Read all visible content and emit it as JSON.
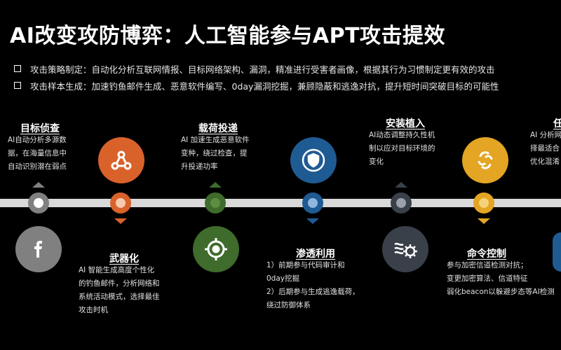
{
  "title": "AI改变攻防博弈：人工智能参与APT攻击提效",
  "bullets": [
    "攻击策略制定：自动化分析互联网情报、目标网络架构、漏洞，精准进行受害者画像，根据其行为习惯制定更有效的攻击",
    "攻击样本生成：加速钓鱼邮件生成、恶意软件编写、0day漏洞挖掘，兼顾隐蔽和逃逸对抗，提升短时间突破目标的可能性"
  ],
  "stages": {
    "recon": {
      "title": "目标侦查",
      "lines": [
        "AI自动分析多源数",
        "据，在海量信息中",
        "自动识别潜在弱点"
      ]
    },
    "weaponize": {
      "title": "武器化",
      "lines": [
        "AI 智能生成高度个性化",
        "的钓鱼邮件，分析网络和",
        "系统活动模式，选择最佳",
        "攻击时机"
      ]
    },
    "deliver": {
      "title": "载荷投递",
      "lines": [
        "AI 加速生成恶意软件",
        "变种，绕过检查，提",
        "升投递功率"
      ]
    },
    "exploit": {
      "title": "渗透利用",
      "lines": [
        "1）前期参与代码审计和",
        "0day挖掘",
        "2）后期参与生成逃逸载荷，",
        "绕过防御体系"
      ]
    },
    "install": {
      "title": "安装植入",
      "lines": [
        "AI动态调整持久性机",
        "制以应对目标环境的",
        "变化"
      ]
    },
    "c2": {
      "title": "命令控制",
      "lines": [
        "参与加密信道检测对抗；",
        "变更加密算法、信道特征",
        "弱化beacon以躲避步态等AI检测"
      ]
    },
    "action": {
      "title": "任",
      "lines": [
        "AI 分析网",
        "择最适合",
        "优化混淆"
      ]
    }
  },
  "colors": {
    "background": "#000000",
    "timeline": "#d9d9d9",
    "gray": "#808080",
    "orange": "#d9622b",
    "green": "#3f6b2c",
    "blue": "#1f5b93",
    "slate": "#39404a",
    "gold": "#e3a523"
  }
}
